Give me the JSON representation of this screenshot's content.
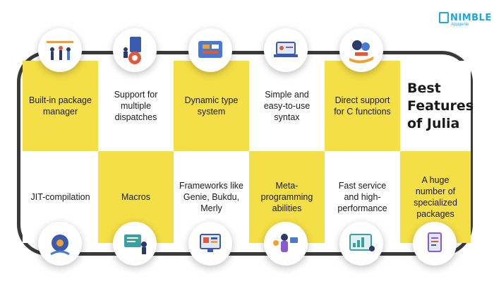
{
  "brand": {
    "name": "NIMBLE",
    "sub": "Appgenie"
  },
  "title": "Best Features of Julia",
  "features_top": [
    {
      "label": "Built-in package manager",
      "icon": "team-workflow-icon",
      "color": "yellow"
    },
    {
      "label": "Support for multiple dispatches",
      "icon": "dispatch-gear-icon",
      "color": "white"
    },
    {
      "label": "Dynamic type system",
      "icon": "type-system-icon",
      "color": "yellow"
    },
    {
      "label": "Simple and easy-to-use syntax",
      "icon": "syntax-laptop-icon",
      "color": "white"
    },
    {
      "label": "Direct support for C functions",
      "icon": "hand-gear-icon",
      "color": "yellow"
    }
  ],
  "features_bottom": [
    {
      "label": "JIT-compilation",
      "icon": "rocket-gear-icon",
      "color": "white"
    },
    {
      "label": "Macros",
      "icon": "developer-screen-icon",
      "color": "yellow"
    },
    {
      "label": "Frameworks like Genie, Bukdu, Merly",
      "icon": "framework-monitor-icon",
      "color": "white"
    },
    {
      "label": "Meta-programming abilities",
      "icon": "meta-programmer-icon",
      "color": "yellow"
    },
    {
      "label": "Fast service and high-performance",
      "icon": "performance-dashboard-icon",
      "color": "white"
    },
    {
      "label": "A huge number of specialized packages",
      "icon": "packages-document-icon",
      "color": "yellow"
    }
  ],
  "colors": {
    "yellow": "#f5df46",
    "border": "#3a3a3a",
    "brand": "#1ea6e0"
  }
}
